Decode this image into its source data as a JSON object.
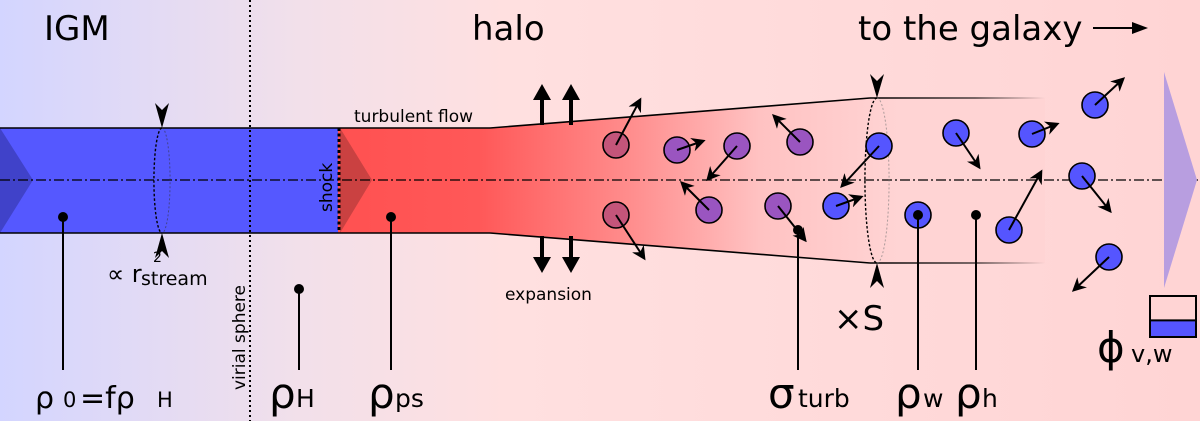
{
  "regions": {
    "igm": "IGM",
    "halo": "halo",
    "to_galaxy": "to the galaxy"
  },
  "annotations": {
    "turbulent_flow": "turbulent flow",
    "expansion": "expansion",
    "shock": "shock",
    "virial_sphere": "virial sphere",
    "cross_section_prop": "∝ r",
    "cross_section_sup": "2",
    "cross_section_sub": "stream",
    "times_s": "×S"
  },
  "quantities": {
    "rho0_main": "ρ",
    "rho0_sub": "0",
    "rho0_eq": "=fρ",
    "rho0_eq_sub": "H",
    "rhoH_main": "ρ",
    "rhoH_sub": "H",
    "rhops_main": "ρ",
    "rhops_sub": "ps",
    "sigma_main": "σ",
    "sigma_sub": "turb",
    "rhow_main": "ρ",
    "rhow_sub": "w",
    "rhoh_main": "ρ",
    "rhoh_sub": "h",
    "phi_main": "ϕ",
    "phi_sub": "v,w"
  },
  "colors": {
    "stream_blue": "#5558ff",
    "postshock_red": "#ff5252",
    "halo_bg": "#ffd5d5",
    "igm_bg": "#d5d5ff",
    "cloud_blue": "#5555ff",
    "cloud_purple": "#9a55c0",
    "cloud_magenta": "#c4557a",
    "outflow_triangle": "#b89ee0"
  },
  "volume_fraction_fill": 0.4
}
